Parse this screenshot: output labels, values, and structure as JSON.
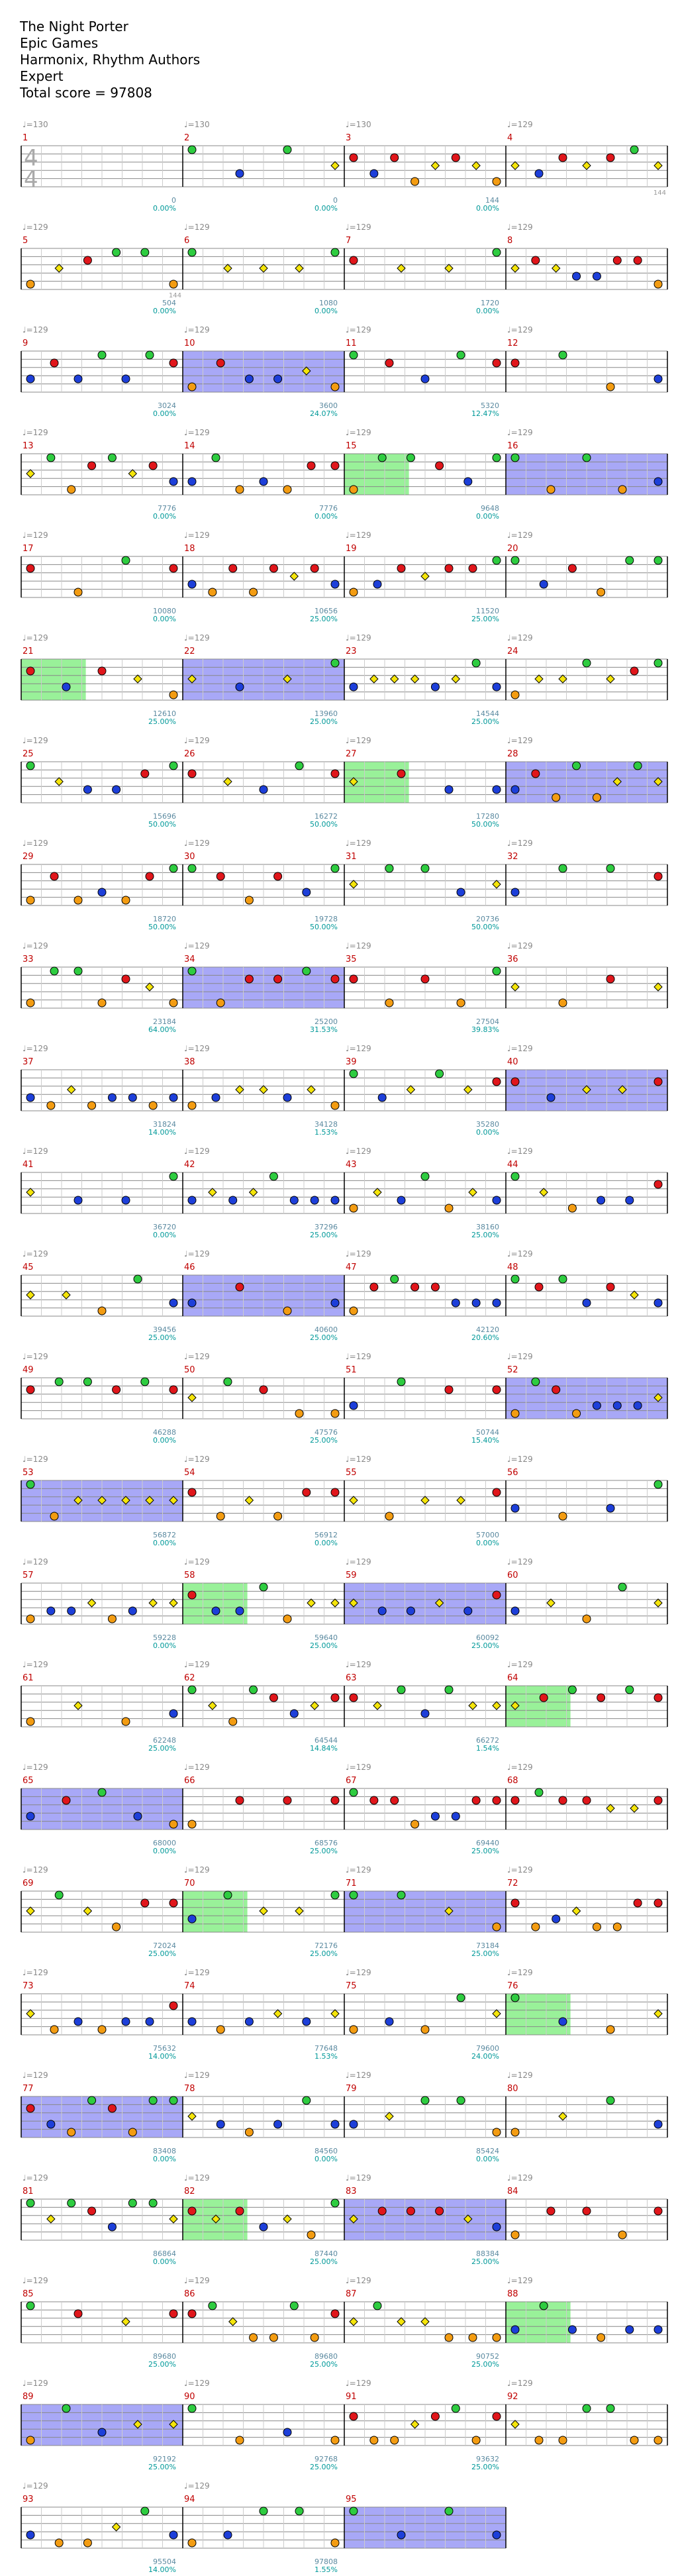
{
  "song": {
    "title": "The Night Porter",
    "artist": "Epic Games",
    "charter": "Harmonix, Rhythm Authors",
    "difficulty": "Expert",
    "total_score": "Total score = 97808"
  },
  "time_signature": {
    "numerator": "4",
    "denominator": "4"
  },
  "colors": {
    "green": "#2ecc40",
    "red": "#e0161b",
    "yellow": "#f5e50a",
    "blue": "#1d3fd9",
    "orange": "#f39c12",
    "overdrive": "#6e6ef2",
    "solo": "#7fee7f",
    "measure_num": "#c00000",
    "score": "#5b8aa0",
    "percent": "#009999"
  },
  "chart_data": {
    "type": "table",
    "measures": [
      {
        "n": 1,
        "tempo": "♩=130"
      },
      {
        "n": 2,
        "tempo": "♩=130",
        "score": "0",
        "pct": "0.00%"
      },
      {
        "n": 3,
        "tempo": "♩=130",
        "score": "0",
        "pct": "0.00%"
      },
      {
        "n": 4,
        "tempo": "♩=129",
        "score": "144",
        "pct": "0.00%",
        "cnt": "144"
      },
      {
        "n": 5,
        "tempo": "♩=129",
        "cnt": "144"
      },
      {
        "n": 6,
        "tempo": "♩=129",
        "score": "504",
        "pct": "0.00%"
      },
      {
        "n": 7,
        "tempo": "♩=129",
        "score": "1080",
        "pct": "0.00%"
      },
      {
        "n": 8,
        "tempo": "♩=129",
        "score": "1720",
        "pct": "0.00%"
      },
      {
        "n": 9,
        "tempo": "♩=129"
      },
      {
        "n": 10,
        "tempo": "♩=129",
        "score": "3024",
        "pct": "0.00%"
      },
      {
        "n": 11,
        "tempo": "♩=129",
        "score": "3600",
        "pct": "24.07%"
      },
      {
        "n": 12,
        "tempo": "♩=129",
        "score": "5320",
        "pct": "12.47%"
      },
      {
        "n": 13,
        "tempo": "♩=129"
      },
      {
        "n": 14,
        "tempo": "♩=129",
        "score": "7776",
        "pct": "0.00%"
      },
      {
        "n": 15,
        "tempo": "♩=129",
        "score": "7776",
        "pct": "0.00%"
      },
      {
        "n": 16,
        "tempo": "♩=129",
        "score": "9648",
        "pct": "0.00%"
      },
      {
        "n": 17,
        "tempo": "♩=129"
      },
      {
        "n": 18,
        "tempo": "♩=129",
        "score": "10080",
        "pct": "0.00%"
      },
      {
        "n": 19,
        "tempo": "♩=129",
        "score": "10656",
        "pct": "25.00%"
      },
      {
        "n": 20,
        "tempo": "♩=129",
        "score": "11520",
        "pct": "25.00%"
      },
      {
        "n": 21,
        "tempo": "♩=129"
      },
      {
        "n": 22,
        "tempo": "♩=129",
        "score": "12610",
        "pct": "25.00%"
      },
      {
        "n": 23,
        "tempo": "♩=129",
        "score": "13960",
        "pct": "25.00%"
      },
      {
        "n": 24,
        "tempo": "♩=129",
        "score": "14544",
        "pct": "25.00%"
      },
      {
        "n": 25,
        "tempo": "♩=129"
      },
      {
        "n": 26,
        "tempo": "♩=129",
        "score": "15696",
        "pct": "50.00%"
      },
      {
        "n": 27,
        "tempo": "♩=129",
        "score": "16272",
        "pct": "50.00%"
      },
      {
        "n": 28,
        "tempo": "♩=129",
        "score": "17280",
        "pct": "50.00%"
      },
      {
        "n": 29,
        "tempo": "♩=129"
      },
      {
        "n": 30,
        "tempo": "♩=129",
        "score": "18720",
        "pct": "50.00%"
      },
      {
        "n": 31,
        "tempo": "♩=129",
        "score": "19728",
        "pct": "50.00%"
      },
      {
        "n": 32,
        "tempo": "♩=129",
        "score": "20736",
        "pct": "50.00%"
      },
      {
        "n": 33,
        "tempo": "♩=129"
      },
      {
        "n": 34,
        "tempo": "♩=129",
        "score": "23184",
        "pct": "64.00%"
      },
      {
        "n": 35,
        "tempo": "♩=129",
        "score": "25200",
        "pct": "31.53%"
      },
      {
        "n": 36,
        "tempo": "♩=129",
        "score": "27504",
        "pct": "39.83%"
      },
      {
        "n": 37,
        "tempo": "♩=129"
      },
      {
        "n": 38,
        "tempo": "♩=129",
        "score": "31824",
        "pct": "14.00%"
      },
      {
        "n": 39,
        "tempo": "♩=129",
        "score": "34128",
        "pct": "1.53%"
      },
      {
        "n": 40,
        "tempo": "♩=129",
        "score": "35280",
        "pct": "0.00%"
      },
      {
        "n": 41,
        "tempo": "♩=129"
      },
      {
        "n": 42,
        "tempo": "♩=129",
        "score": "36720",
        "pct": "0.00%"
      },
      {
        "n": 43,
        "tempo": "♩=129",
        "score": "37296",
        "pct": "25.00%"
      },
      {
        "n": 44,
        "tempo": "♩=129",
        "score": "38160",
        "pct": "25.00%"
      },
      {
        "n": 45,
        "tempo": "♩=129"
      },
      {
        "n": 46,
        "tempo": "♩=129",
        "score": "39456",
        "pct": "25.00%"
      },
      {
        "n": 47,
        "tempo": "♩=129",
        "score": "40600",
        "pct": "25.00%"
      },
      {
        "n": 48,
        "tempo": "♩=129",
        "score": "42120",
        "pct": "20.60%"
      },
      {
        "n": 49,
        "tempo": "♩=129"
      },
      {
        "n": 50,
        "tempo": "♩=129",
        "score": "46288",
        "pct": "0.00%"
      },
      {
        "n": 51,
        "tempo": "♩=129",
        "score": "47576",
        "pct": "25.00%"
      },
      {
        "n": 52,
        "tempo": "♩=129",
        "score": "50744",
        "pct": "15.40%"
      },
      {
        "n": 53,
        "tempo": "♩=129"
      },
      {
        "n": 54,
        "tempo": "♩=129",
        "score": "56872",
        "pct": "0.00%"
      },
      {
        "n": 55,
        "tempo": "♩=129",
        "score": "56912",
        "pct": "0.00%"
      },
      {
        "n": 56,
        "tempo": "♩=129",
        "score": "57000",
        "pct": "0.00%"
      },
      {
        "n": 57,
        "tempo": "♩=129"
      },
      {
        "n": 58,
        "tempo": "♩=129",
        "score": "59228",
        "pct": "0.00%"
      },
      {
        "n": 59,
        "tempo": "♩=129",
        "score": "59640",
        "pct": "25.00%"
      },
      {
        "n": 60,
        "tempo": "♩=129",
        "score": "60092",
        "pct": "25.00%"
      },
      {
        "n": 61,
        "tempo": "♩=129"
      },
      {
        "n": 62,
        "tempo": "♩=129",
        "score": "62248",
        "pct": "25.00%"
      },
      {
        "n": 63,
        "tempo": "♩=129",
        "score": "64544",
        "pct": "14.84%"
      },
      {
        "n": 64,
        "tempo": "♩=129",
        "score": "66272",
        "pct": "1.54%"
      },
      {
        "n": 65,
        "tempo": "♩=129"
      },
      {
        "n": 66,
        "tempo": "♩=129",
        "score": "68000",
        "pct": "0.00%"
      },
      {
        "n": 67,
        "tempo": "♩=129",
        "score": "68576",
        "pct": "25.00%"
      },
      {
        "n": 68,
        "tempo": "♩=129",
        "score": "69440",
        "pct": "25.00%"
      },
      {
        "n": 69,
        "tempo": "♩=129"
      },
      {
        "n": 70,
        "tempo": "♩=129",
        "score": "72024",
        "pct": "25.00%"
      },
      {
        "n": 71,
        "tempo": "♩=129",
        "score": "72176",
        "pct": "25.00%"
      },
      {
        "n": 72,
        "tempo": "♩=129",
        "score": "73184",
        "pct": "25.00%"
      },
      {
        "n": 73,
        "tempo": "♩=129"
      },
      {
        "n": 74,
        "tempo": "♩=129",
        "score": "75632",
        "pct": "14.00%"
      },
      {
        "n": 75,
        "tempo": "♩=129",
        "score": "77648",
        "pct": "1.53%"
      },
      {
        "n": 76,
        "tempo": "♩=129",
        "score": "79600",
        "pct": "24.00%"
      },
      {
        "n": 77,
        "tempo": "♩=129"
      },
      {
        "n": 78,
        "tempo": "♩=129",
        "score": "83408",
        "pct": "0.00%"
      },
      {
        "n": 79,
        "tempo": "♩=129",
        "score": "84560",
        "pct": "0.00%"
      },
      {
        "n": 80,
        "tempo": "♩=129",
        "score": "85424",
        "pct": "0.00%"
      },
      {
        "n": 81,
        "tempo": "♩=129"
      },
      {
        "n": 82,
        "tempo": "♩=129",
        "score": "86864",
        "pct": "0.00%"
      },
      {
        "n": 83,
        "tempo": "♩=129",
        "score": "87440",
        "pct": "25.00%"
      },
      {
        "n": 84,
        "tempo": "♩=129",
        "score": "88384",
        "pct": "25.00%"
      },
      {
        "n": 85,
        "tempo": "♩=129"
      },
      {
        "n": 86,
        "tempo": "♩=129",
        "score": "89680",
        "pct": "25.00%"
      },
      {
        "n": 87,
        "tempo": "♩=129",
        "score": "89680",
        "pct": "25.00%"
      },
      {
        "n": 88,
        "tempo": "♩=129",
        "score": "90752",
        "pct": "25.00%"
      },
      {
        "n": 89,
        "tempo": "♩=129"
      },
      {
        "n": 90,
        "tempo": "♩=129",
        "score": "92192",
        "pct": "25.00%"
      },
      {
        "n": 91,
        "tempo": "♩=129",
        "score": "92768",
        "pct": "25.00%"
      },
      {
        "n": 92,
        "tempo": "♩=129",
        "score": "93632",
        "pct": "25.00%"
      },
      {
        "n": 93,
        "tempo": "♩=129"
      },
      {
        "n": 94,
        "tempo": "♩=129",
        "score": "95504",
        "pct": "14.00%"
      },
      {
        "n": 95,
        "score": "97808",
        "pct": "1.55%"
      }
    ]
  }
}
